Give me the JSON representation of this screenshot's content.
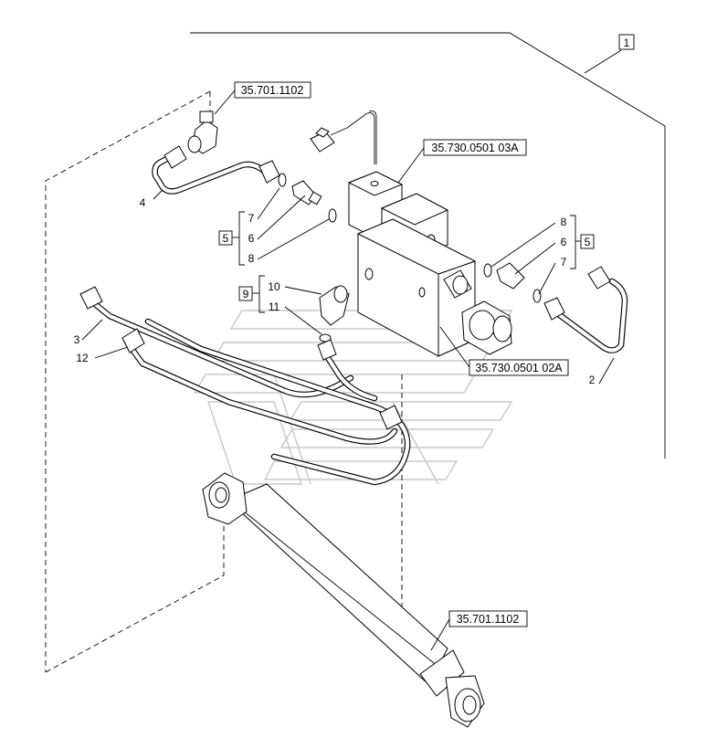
{
  "labels": {
    "assembly": "1",
    "item2": "2",
    "item3": "3",
    "item4": "4",
    "group5_left": "5",
    "group5_right": "5",
    "item6_left": "6",
    "item6_right": "6",
    "item7_left": "7",
    "item7_right": "7",
    "item8_left": "8",
    "item8_right": "8",
    "group9": "9",
    "item10": "10",
    "item11": "11",
    "item12": "12"
  },
  "references": {
    "top_fitting": "35.701.1102",
    "valve_solenoid": "35.730.0501 03A",
    "valve_block": "35.730.0501 02A",
    "cylinder": "35.701.1102"
  },
  "icons": {
    "watermark": "ch-logo-watermark"
  }
}
